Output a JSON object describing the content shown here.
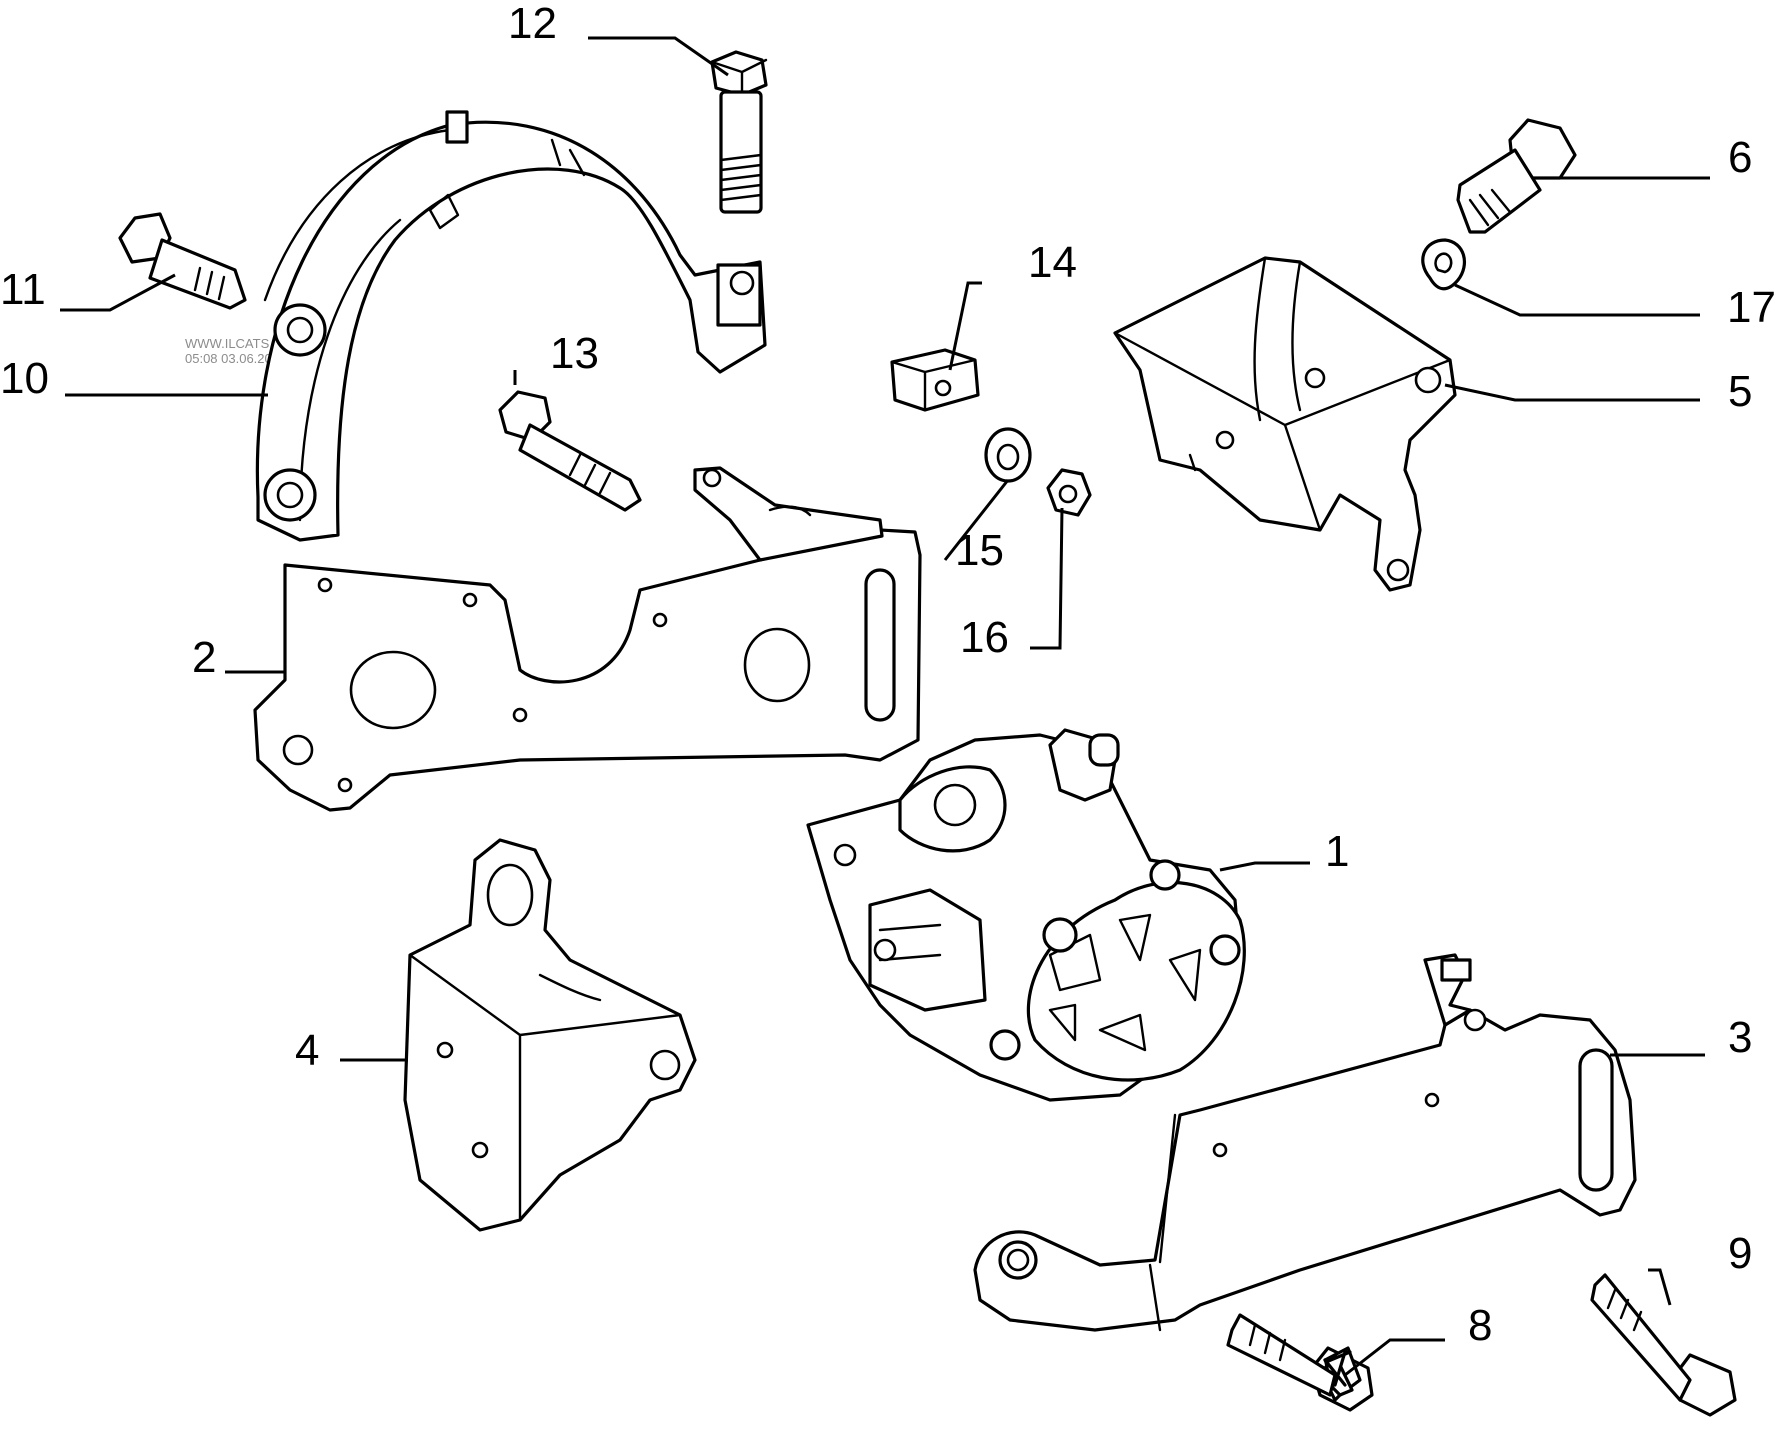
{
  "watermark": {
    "site": "WWW.ILCATS.RU",
    "timestamp": "05:08 03.06.2026"
  },
  "callouts": {
    "c1": "1",
    "c2": "2",
    "c3": "3",
    "c4": "4",
    "c5": "5",
    "c6": "6",
    "c8": "8",
    "c9": "9",
    "c10": "10",
    "c11": "11",
    "c12": "12",
    "c13": "13",
    "c14": "14",
    "c15": "15",
    "c16": "16",
    "c17": "17"
  }
}
